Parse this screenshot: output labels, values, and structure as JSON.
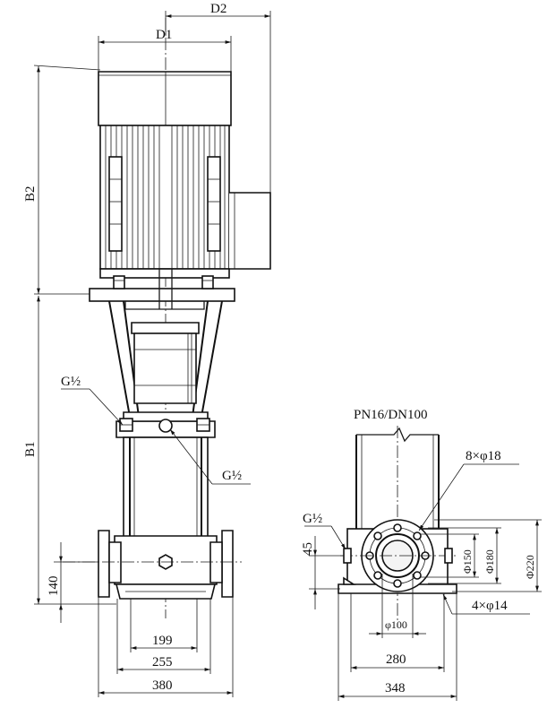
{
  "labels": {
    "d1": "D1",
    "d2": "D2",
    "b1": "B1",
    "b2": "B2",
    "g_left": "G½",
    "g_right": "G½",
    "g_side": "G½",
    "pn": "PN16/DN100",
    "holes_flange": "8×φ18",
    "holes_base": "4×φ14",
    "phi150": "Φ150",
    "phi180": "Φ180",
    "phi220": "Φ220",
    "phi100": "φ100",
    "h140": "140",
    "h45": "45",
    "w199": "199",
    "w255": "255",
    "w380": "380",
    "w280": "280",
    "w348": "348"
  }
}
